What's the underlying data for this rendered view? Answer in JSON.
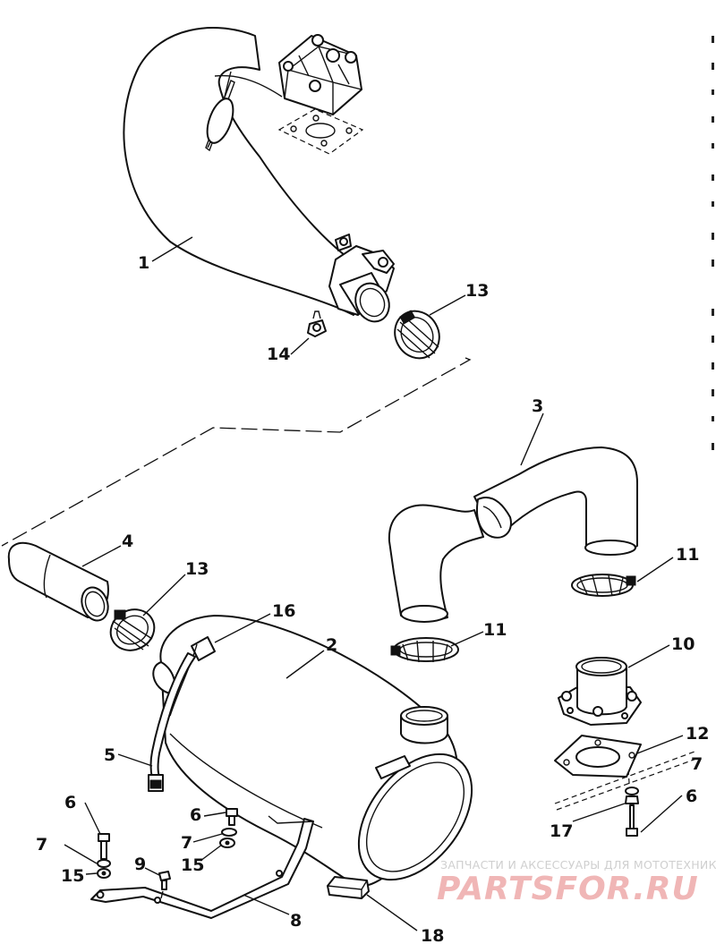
{
  "diagram": {
    "callouts": {
      "c1": "1",
      "c2": "2",
      "c3": "3",
      "c4": "4",
      "c5": "5",
      "c6a": "6",
      "c6b": "6",
      "c6c": "6",
      "c7a": "7",
      "c7b": "7",
      "c7c": "7",
      "c8": "8",
      "c9": "9",
      "c10": "10",
      "c11a": "11",
      "c11b": "11",
      "c12": "12",
      "c13a": "13",
      "c13b": "13",
      "c14": "14",
      "c15a": "15",
      "c15b": "15",
      "c16": "16",
      "c17": "17",
      "c18": "18"
    }
  },
  "watermark": {
    "tagline": "ЗАПЧАСТИ И АКСЕССУАРЫ ДЛЯ МОТОТЕХНИКИ",
    "brand": "PARTSFOR.RU"
  }
}
